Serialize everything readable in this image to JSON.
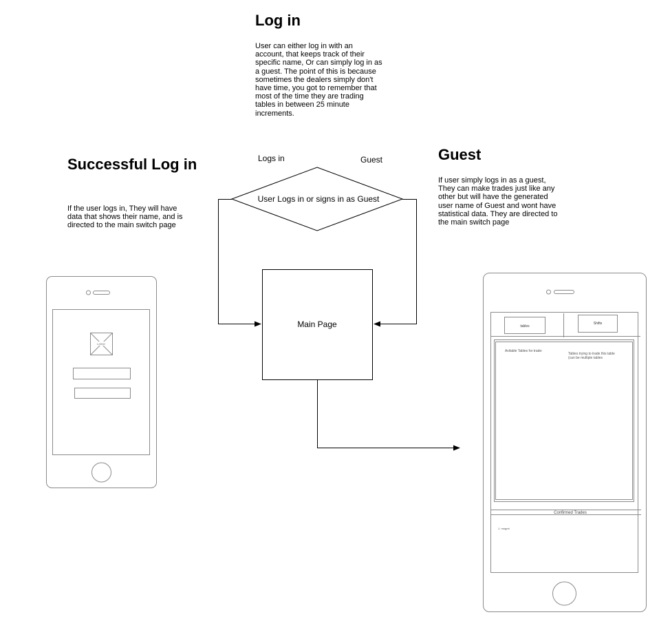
{
  "login": {
    "title": "Log in",
    "description": "User can either log in with an account, that keeps track of their specific name, Or can simply log in as a guest. The point of this is because sometimes the dealers simply don't have time, you got to remember that most of the time they are trading tables in between 25 minute increments."
  },
  "successful": {
    "title": "Successful Log in",
    "description": "If the user logs in, They will have data that shows their name, and is directed to the main switch page"
  },
  "guest": {
    "title": "Guest",
    "description": "If user simply logs in as a guest, They can make trades just like any other but will have the generated user name of Guest and wont have statistical data. They are directed to the main switch page"
  },
  "flow": {
    "logs_in_label": "Logs in",
    "guest_label": "Guest",
    "decision_text": "User Logs in or signs in as Guest",
    "main_page_text": "Main Page"
  },
  "phone_left": {
    "logo_text": "LOGO"
  },
  "phone_right": {
    "tab_tables": "tables",
    "tab_shifts": "Shifts",
    "available_tables": "Avilable Tables for trade:",
    "trying_to_trade": "Tables trying to trade this table (can be multiple tables",
    "confirmed_trades": "Confirmed Trades",
    "confirmed_item": "1. mngmt"
  }
}
